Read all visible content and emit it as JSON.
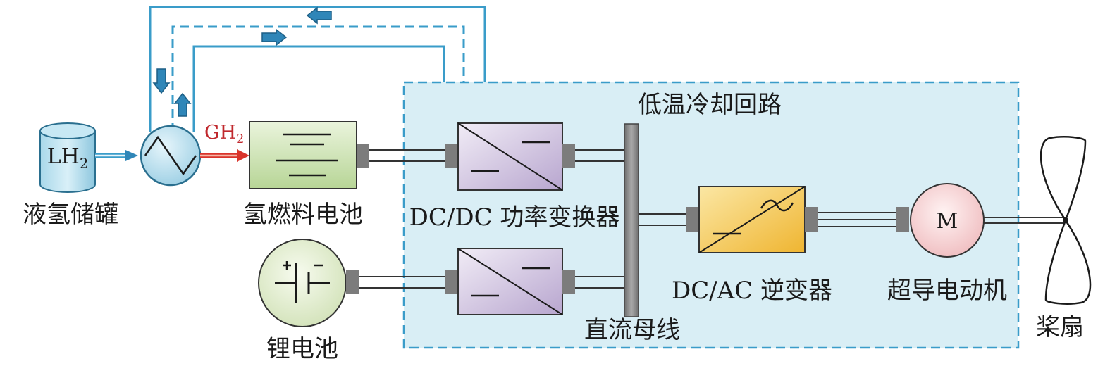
{
  "labels": {
    "lh2_tank_symbol": "LH2",
    "lh2_tank": "液氢储罐",
    "gh2": "GH2",
    "fuel_cell": "氢燃料电池",
    "lithium_battery": "锂电池",
    "dcdc_converter": "DC/DC 功率变换器",
    "cooling_loop": "低温冷却回路",
    "dc_bus": "直流母线",
    "dcac_inverter": "DC/AC 逆变器",
    "motor_symbol": "M",
    "motor": "超导电动机",
    "propeller": "桨扇"
  },
  "colors": {
    "pipe": "#3a9cc9",
    "arrow": "#2f86b8",
    "cooling_zone_fill": "#d9eef5",
    "cooling_zone_border": "#3a9cc9",
    "gh2_arrow": "#d9342b",
    "converter_fill": "#cdbfdc",
    "inverter_fill": "#f3c64a",
    "fuel_cell_fill": "#cfe3b8",
    "battery_fill": "#e6efd6",
    "motor_fill": "#f6d7d8",
    "bus_fill": "#8a8a8a",
    "connector": "#7c7c7c"
  }
}
